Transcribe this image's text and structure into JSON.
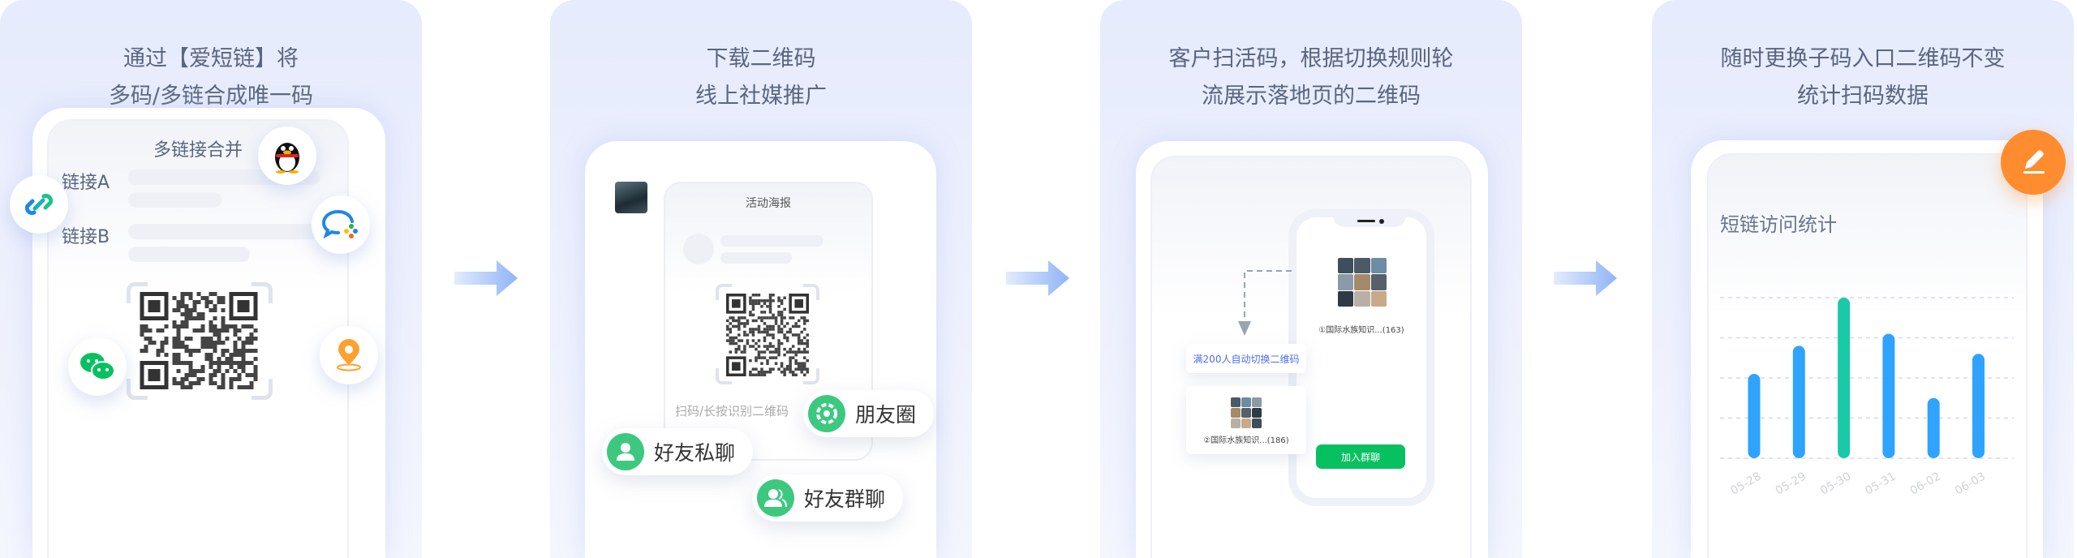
{
  "panels": [
    {
      "title_lines": [
        "通过【爱短链】将",
        "多码/多链合成唯一码"
      ],
      "card_title": "多链接合并",
      "link_a_label": "链接A",
      "link_b_label": "链接B",
      "icons": [
        "qq-icon",
        "link-icon",
        "wecom-icon",
        "wechat-icon",
        "location-icon"
      ]
    },
    {
      "title_lines": [
        "下载二维码",
        "线上社媒推广"
      ],
      "poster_title": "活动海报",
      "scan_hint": "扫码/长按识别二维码",
      "share_targets": [
        "朋友圈",
        "好友私聊",
        "好友群聊"
      ]
    },
    {
      "title_lines": [
        "客户扫活码，根据切换规则轮",
        "流展示落地页的二维码"
      ],
      "group1": "①国际水族知识...(163)",
      "switch_rule": "满200人自动切换二维码",
      "group2": "②国际水族知识...(186)",
      "join_button": "加入群聊"
    },
    {
      "title_lines": [
        "随时更换子码入口二维码不变",
        "统计扫码数据"
      ],
      "chart_title": "短链访问统计"
    }
  ],
  "colors": {
    "accent_green": "#3cc97f",
    "wechat_green": "#07c160",
    "bar_blue": "#2ea3ff",
    "bar_highlight": "#1ac9a8",
    "edit_orange": "#ff8c2e",
    "rule_blue": "#4e6ef2"
  },
  "chart_data": {
    "type": "bar",
    "title": "短链访问统计",
    "categories": [
      "05-28",
      "05-29",
      "05-30",
      "05-31",
      "06-02",
      "06-03"
    ],
    "values": [
      2.1,
      2.8,
      4.0,
      3.1,
      1.5,
      2.6
    ],
    "ylim": [
      0,
      4
    ],
    "grid": true,
    "highlight_category": "05-30"
  }
}
